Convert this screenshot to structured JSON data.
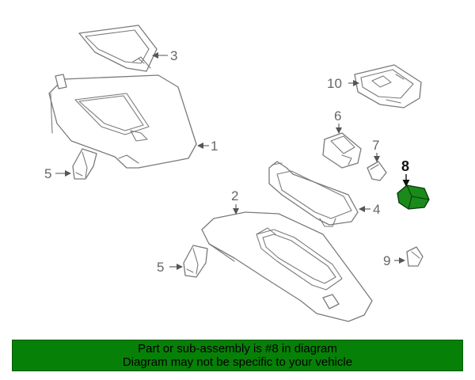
{
  "diagram": {
    "callouts": {
      "c1": "1",
      "c2": "2",
      "c3": "3",
      "c4": "4",
      "c5a": "5",
      "c5b": "5",
      "c6": "6",
      "c7": "7",
      "c8": "8",
      "c9": "9",
      "c10": "10"
    },
    "highlighted_part": "8",
    "highlight_color": "#1a8a1a"
  },
  "banner": {
    "line1": "Part or sub-assembly is #8 in diagram",
    "line2": "Diagram may not be specific to your vehicle",
    "background": "#078007"
  }
}
